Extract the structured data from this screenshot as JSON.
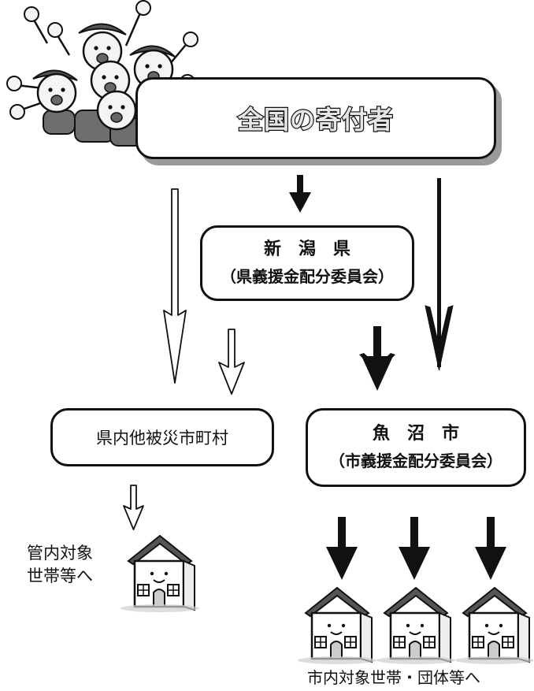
{
  "nodes": {
    "donors": "全国の寄付者",
    "prefecture_line1": "新　潟　県",
    "prefecture_line2": "（県義援金配分委員会）",
    "other_municipalities": "県内他被災市町村",
    "city_line1": "魚　沼　市",
    "city_line2": "（市義援金配分委員会）"
  },
  "captions": {
    "left_line1": "管内対象",
    "left_line2": "世帯等へ",
    "bottom": "市内対象世帯・団体等へ"
  },
  "colors": {
    "ink": "#111111",
    "shadow": "#9a9a9a",
    "donor_fill": "#e6e6e6"
  },
  "icons": {
    "crowd": "cheering-people-icon",
    "house": "house-icon"
  }
}
